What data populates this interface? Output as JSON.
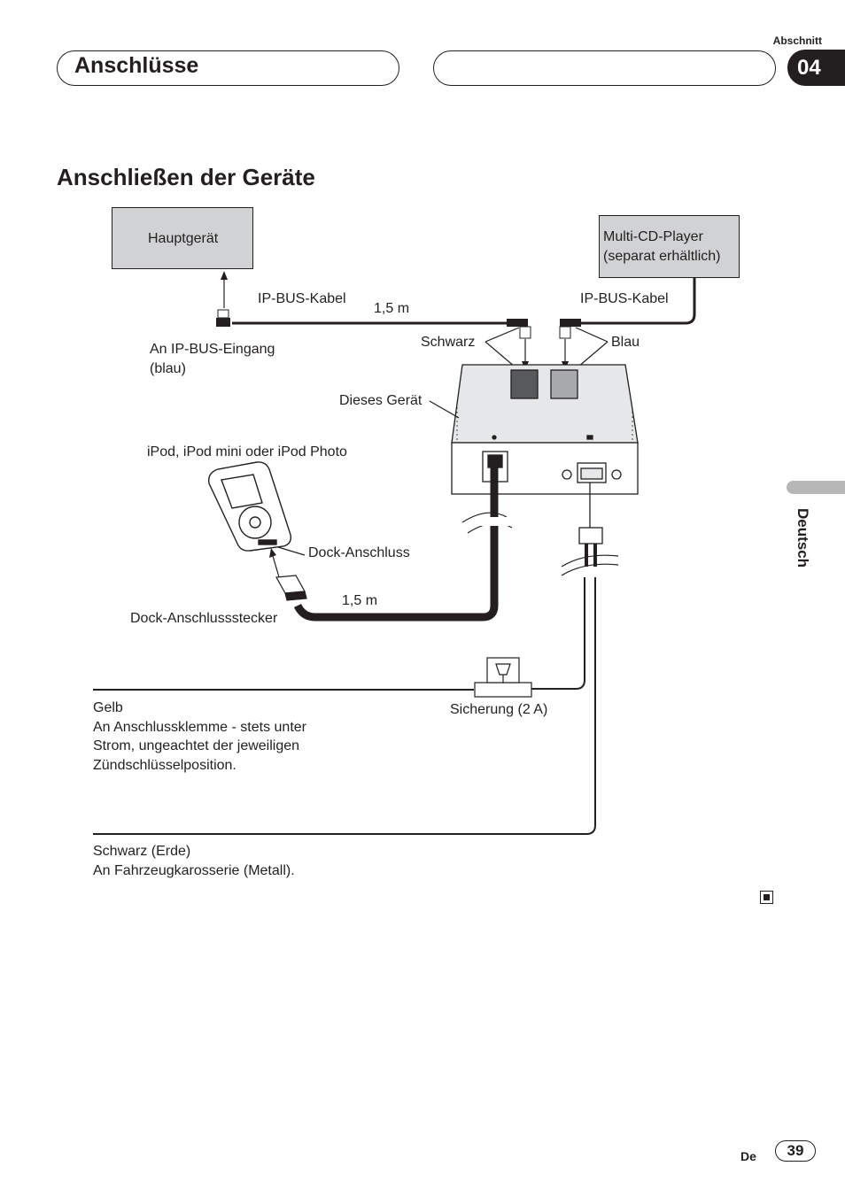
{
  "header": {
    "section_title": "Anschlüsse",
    "section_label": "Abschnitt",
    "section_number": "04"
  },
  "heading": "Anschließen der Geräte",
  "sidebar": {
    "language": "Deutsch"
  },
  "diagram": {
    "labels": {
      "hauptgeraet": "Hauptgerät",
      "multi_cd_line1": "Multi-CD-Player",
      "multi_cd_line2": "(separat erhältlich)",
      "ip_bus_left": "IP-BUS-Kabel",
      "ip_bus_right": "IP-BUS-Kabel",
      "length_top": "1,5 m",
      "ip_bus_input_line1": "An IP-BUS-Eingang",
      "ip_bus_input_line2": "(blau)",
      "schwarz": "Schwarz",
      "blau": "Blau",
      "dieses_geraet": "Dieses Gerät",
      "ipod": "iPod, iPod mini oder iPod Photo",
      "dock_anschluss": "Dock-Anschluss",
      "length_bottom": "1,5 m",
      "dock_stecker": "Dock-Anschlussstecker",
      "sicherung": "Sicherung (2 A)",
      "gelb_title": "Gelb",
      "gelb_line1": "An Anschlussklemme - stets unter",
      "gelb_line2": "Strom, ungeachtet der jeweiligen",
      "gelb_line3": "Zündschlüsselposition.",
      "schwarz_erde_title": "Schwarz (Erde)",
      "schwarz_erde_line1": "An Fahrzeugkarosserie (Metall)."
    }
  },
  "footer": {
    "language_code": "De",
    "page_number": "39"
  }
}
